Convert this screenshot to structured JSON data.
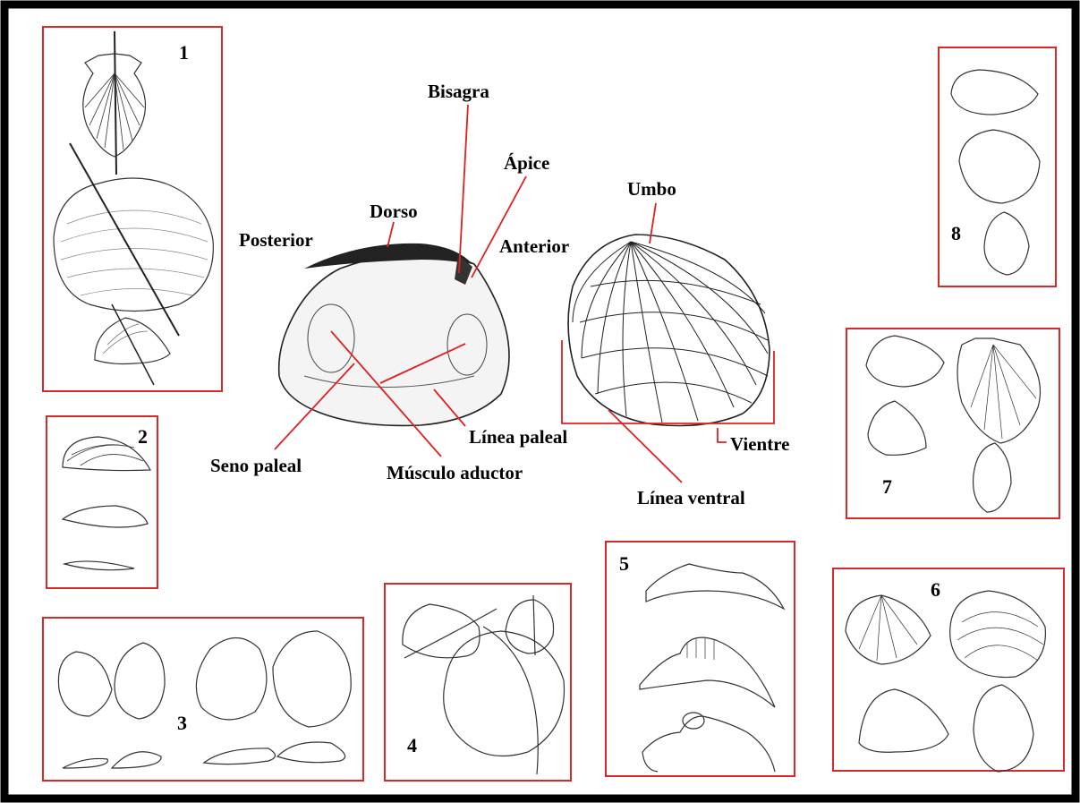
{
  "anatomy_labels": {
    "bisagra": "Bisagra",
    "apice": "Ápice",
    "umbo": "Umbo",
    "dorso": "Dorso",
    "posterior": "Posterior",
    "anterior": "Anterior",
    "linea_paleal": "Línea paleal",
    "seno_paleal": "Seno paleal",
    "musculo_aductor": "Músculo aductor",
    "vientre": "Vientre",
    "linea_ventral": "Línea ventral"
  },
  "panel_numbers": {
    "p1": "1",
    "p2": "2",
    "p3": "3",
    "p4": "4",
    "p5": "5",
    "p6": "6",
    "p7": "7",
    "p8": "8"
  },
  "colors": {
    "frame": "#000000",
    "panel_border": "#d62a2a",
    "leader": "#e02020",
    "ink": "#222222"
  }
}
